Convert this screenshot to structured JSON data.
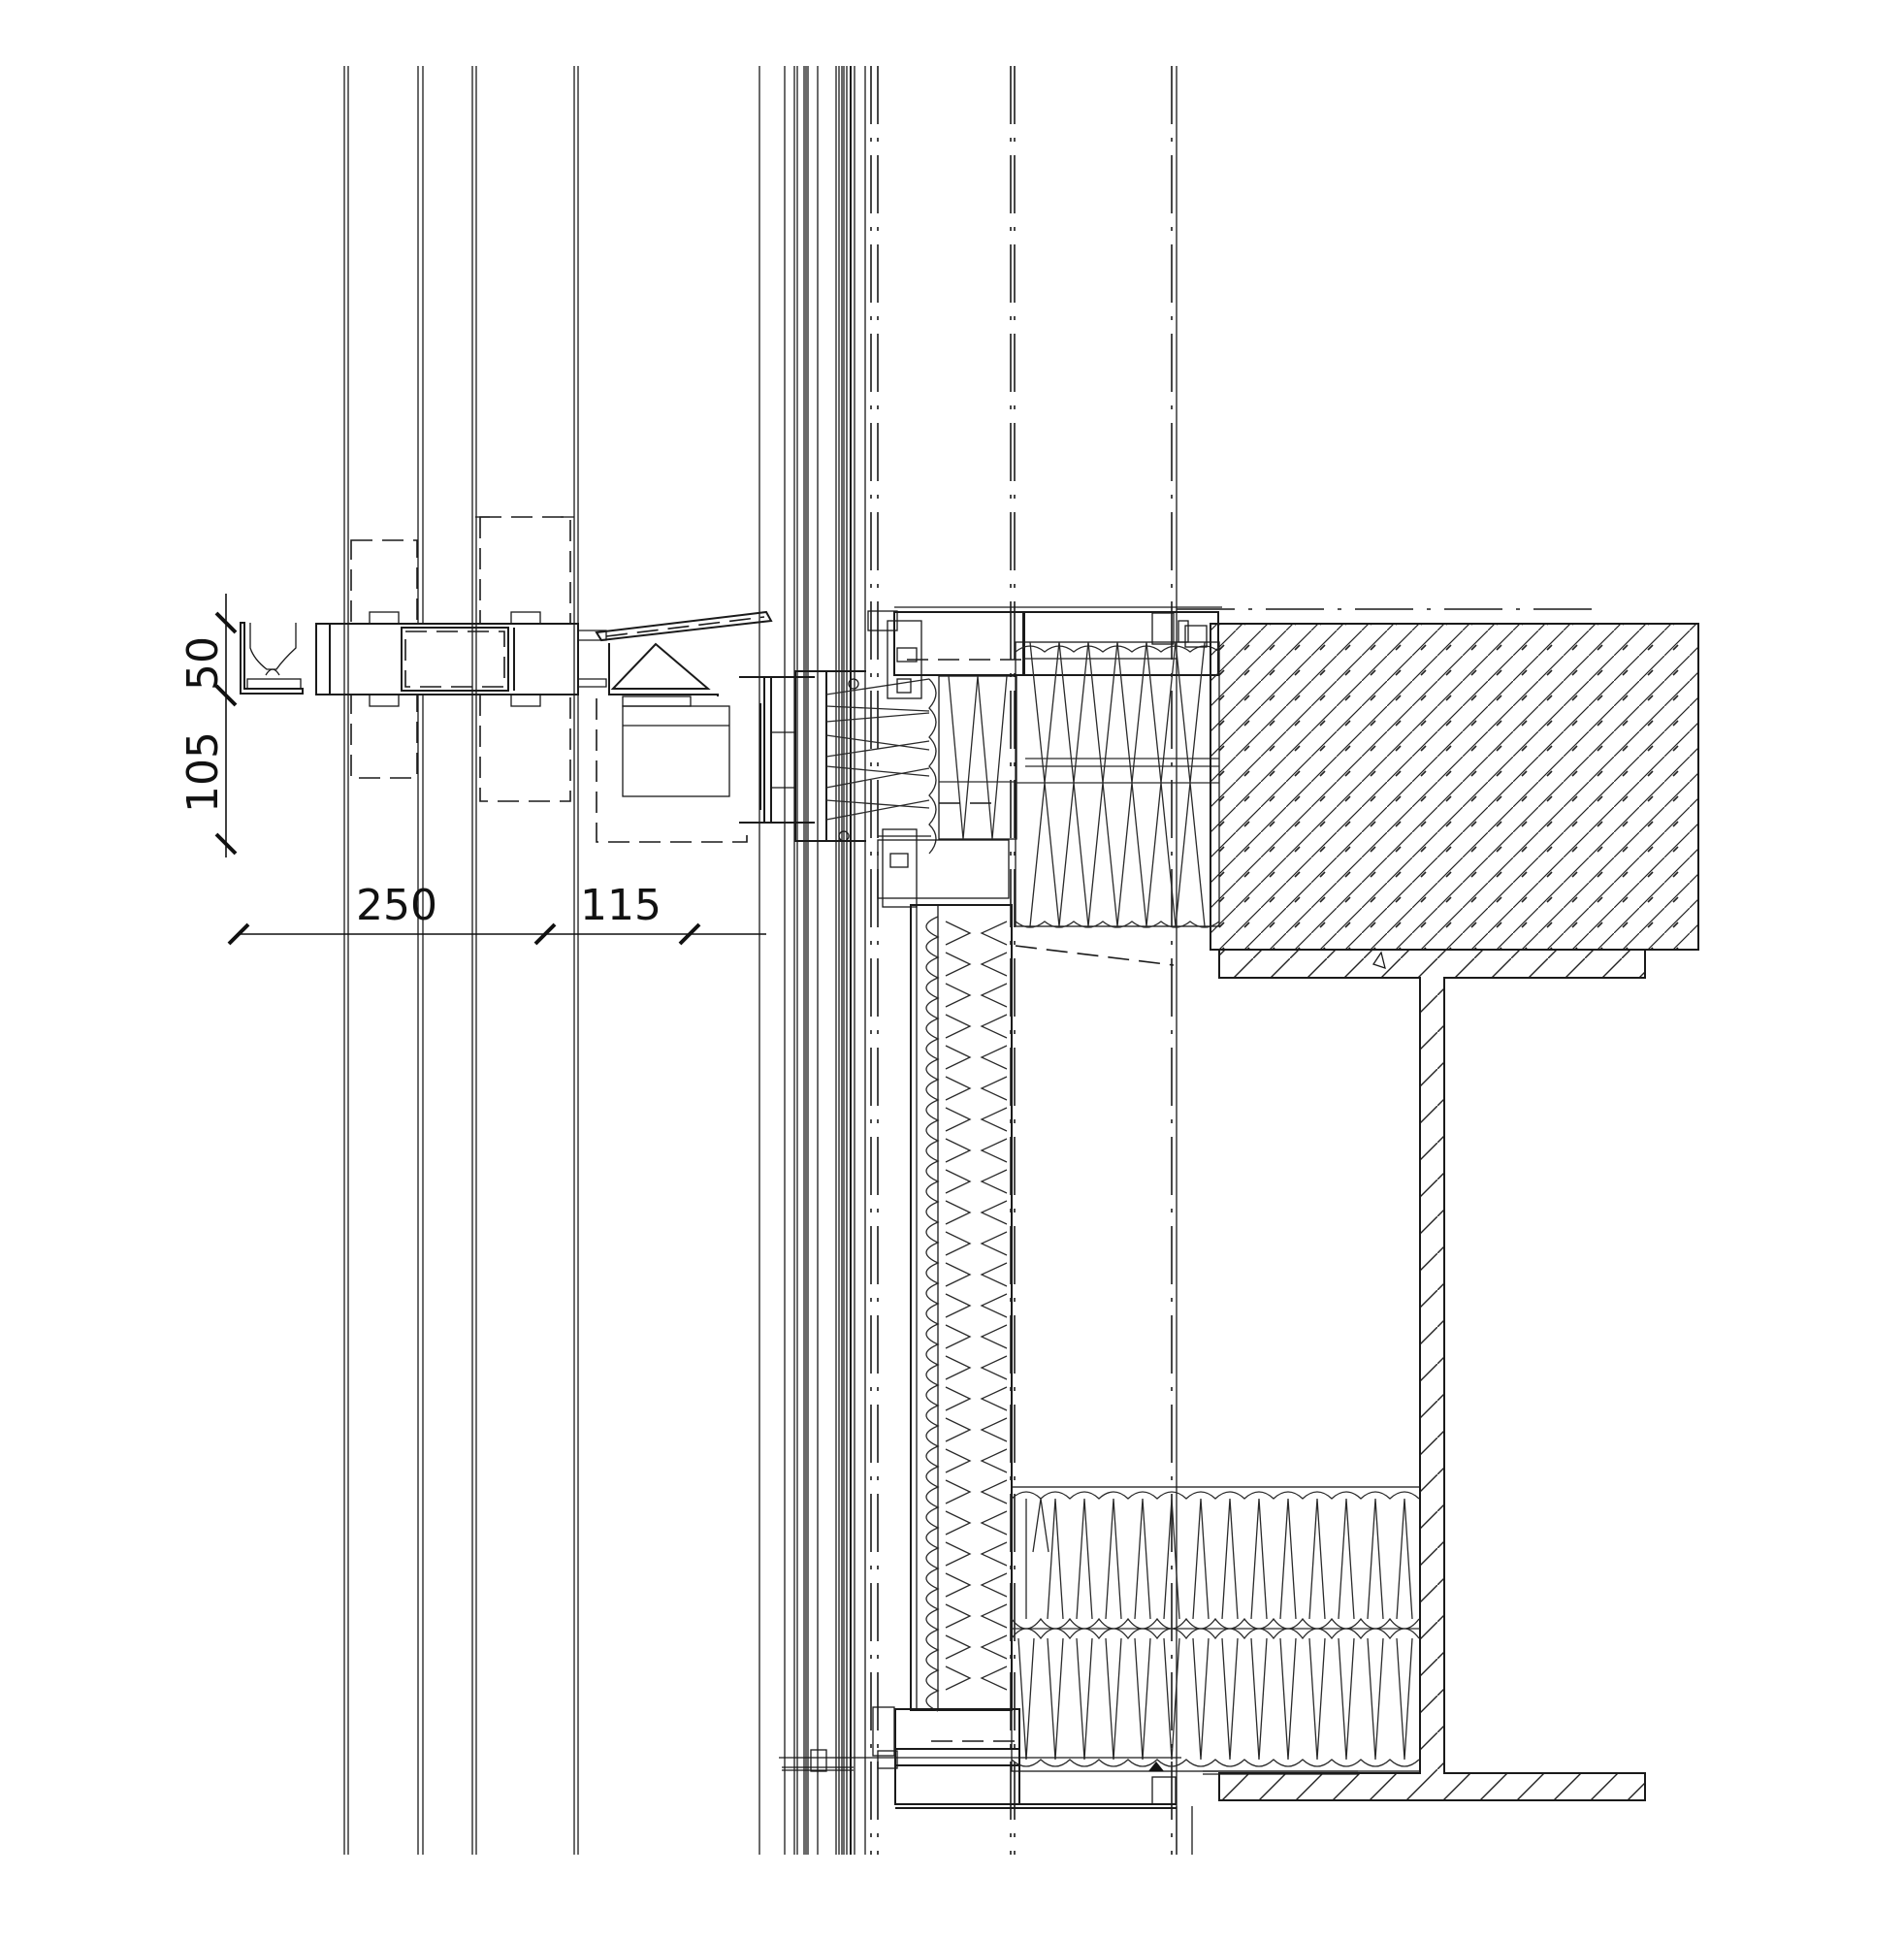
{
  "drawing": {
    "type": "architectural section detail",
    "subject": "curtain wall transom connection to concrete slab and steel I-beam with insulation",
    "colors": {
      "line": "#1a1a1a",
      "background": "#ffffff"
    }
  },
  "dimensions": {
    "horizontal": [
      {
        "label": "250"
      },
      {
        "label": "115"
      }
    ],
    "vertical": [
      {
        "label": "50"
      },
      {
        "label": "105"
      }
    ]
  }
}
